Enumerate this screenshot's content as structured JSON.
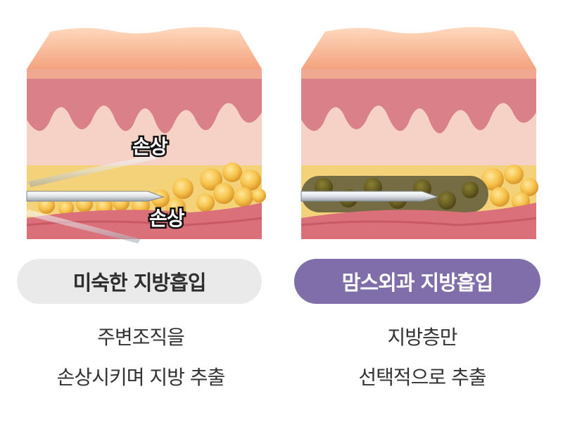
{
  "left": {
    "damage_label_1": "손상",
    "damage_label_2": "손상",
    "pill_label": "미숙한 지방흡입",
    "desc_line_1": "주변조직을",
    "desc_line_2": "손상시키며 지방 추출"
  },
  "right": {
    "pill_label": "맘스외과 지방흡입",
    "desc_line_1": "지방층만",
    "desc_line_2": "선택적으로 추출"
  },
  "colors": {
    "accent_pill": "#7f6ea9",
    "neutral_pill": "#eaeaeb"
  },
  "icons": [
    "cannula-needle-icon",
    "skin-layer-illustration",
    "fat-cell-icon"
  ]
}
